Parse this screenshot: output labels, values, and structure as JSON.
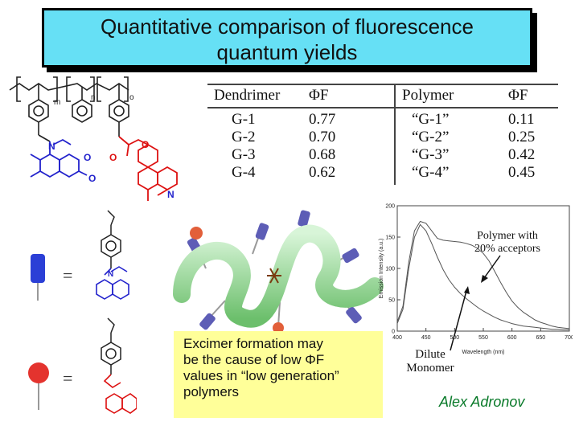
{
  "title": {
    "line1": "Quantitative comparison of fluorescence",
    "line2": "quantum yields"
  },
  "table": {
    "headers": {
      "dendrimer": "Dendrimer",
      "phi1": "ΦF",
      "polymer": "Polymer",
      "phi2": "ΦF"
    },
    "rows": [
      {
        "dendrimer": "G-1",
        "phi_d": "0.77",
        "polymer": "“G-1”",
        "phi_p": "0.11"
      },
      {
        "dendrimer": "G-2",
        "phi_d": "0.70",
        "polymer": "“G-2”",
        "phi_p": "0.25"
      },
      {
        "dendrimer": "G-3",
        "phi_d": "0.68",
        "polymer": "“G-3”",
        "phi_p": "0.42"
      },
      {
        "dendrimer": "G-4",
        "phi_d": "0.62",
        "polymer": "“G-4”",
        "phi_p": "0.45"
      }
    ]
  },
  "structure_labels": {
    "m": "m",
    "n": "n",
    "o": "o",
    "N": "N",
    "O": "O",
    "equals": "="
  },
  "colors": {
    "title_bg": "#66e0f5",
    "note_bg": "#ffff99",
    "donor": "#2222cc",
    "acceptor": "#dd1111",
    "polymer_bead": "#9adf9a",
    "author": "#0a7a2a"
  },
  "note": {
    "line1": "Excimer formation may",
    "line2": "be the cause of low ΦF",
    "line3": "values in “low generation”",
    "line4": "polymers"
  },
  "chart_data": {
    "type": "line",
    "xlabel": "Wavelength (nm)",
    "ylabel": "Emission Intensity (a.u.)",
    "xlim": [
      400,
      700
    ],
    "ylim": [
      0,
      200
    ],
    "x_ticks": [
      "400",
      "450",
      "500",
      "550",
      "600",
      "650",
      "700"
    ],
    "y_ticks": [
      "0",
      "50",
      "100",
      "150",
      "200"
    ],
    "series": [
      {
        "x": [
          400,
          410,
          420,
          430,
          440,
          450,
          460,
          470,
          480,
          490,
          500,
          510,
          520,
          530,
          540,
          550,
          560,
          570,
          580,
          590,
          600,
          610,
          620,
          630,
          640,
          650,
          660,
          670,
          680,
          690,
          700
        ],
        "y": [
          15,
          40,
          110,
          160,
          175,
          172,
          160,
          148,
          145,
          144,
          143,
          142,
          140,
          137,
          132,
          124,
          112,
          95,
          78,
          62,
          48,
          38,
          30,
          24,
          18,
          14,
          11,
          8,
          6,
          5,
          4
        ]
      },
      {
        "x": [
          400,
          410,
          420,
          430,
          440,
          450,
          460,
          470,
          480,
          490,
          500,
          510,
          520,
          530,
          540,
          550,
          560,
          570,
          580,
          590,
          600,
          610,
          620,
          630,
          640,
          650,
          660,
          670,
          680,
          690,
          700
        ],
        "y": [
          12,
          35,
          100,
          150,
          170,
          160,
          140,
          118,
          98,
          82,
          70,
          60,
          52,
          45,
          38,
          32,
          27,
          22,
          18,
          15,
          12,
          10,
          8,
          7,
          6,
          5,
          4,
          3,
          3,
          2,
          2
        ]
      }
    ],
    "annotations": [
      "Polymer with 20% acceptors",
      "Dilute Monomer"
    ]
  },
  "annotations": {
    "polymer_line1": "Polymer with",
    "polymer_line2": "20% acceptors",
    "dilute_line1": "Dilute",
    "dilute_line2": "Monomer"
  },
  "author": "Alex Adronov"
}
